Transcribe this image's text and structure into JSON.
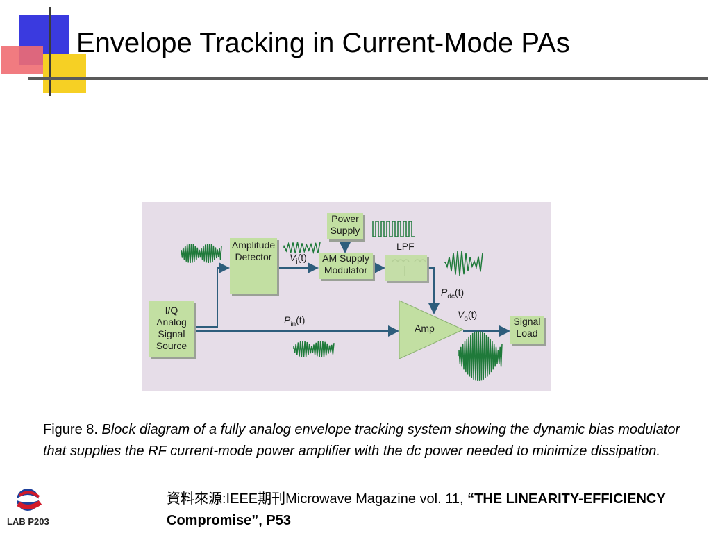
{
  "title": "Envelope Tracking in Current-Mode PAs",
  "diagram": {
    "blocks": {
      "iq_source": "I/Q Analog Signal Source",
      "amplitude_detector": "Amplitude Detector",
      "power_supply": "Power Supply",
      "am_supply_modulator": "AM Supply Modulator",
      "lpf": "LPF",
      "amp": "Amp",
      "signal_load": "Signal Load"
    },
    "labels": {
      "vi": "V",
      "vi_sub": "i",
      "pdc": "P",
      "pdc_sub": "dc",
      "pin": "P",
      "pin_sub": "in",
      "vo": "V",
      "vo_sub": "o",
      "t_suffix": "(t)"
    },
    "colors": {
      "background": "#e6dde8",
      "block": "#c2dfa2",
      "arrow": "#2e5d7c",
      "waveform": "#1f7a3a"
    }
  },
  "caption": {
    "figure_label": "Figure 8.",
    "text": "Block diagram of a fully analog envelope tracking system showing the dynamic bias modulator that supplies the RF current-mode power amplifier with the dc power needed to minimize dissipation."
  },
  "source": {
    "prefix": "資料來源:IEEE期刊Microwave Magazine vol. 11, ",
    "bold": "“THE LINEARITY-EFFICIENCY Compromise”, P53"
  },
  "logo": {
    "text": "LAB P203"
  }
}
